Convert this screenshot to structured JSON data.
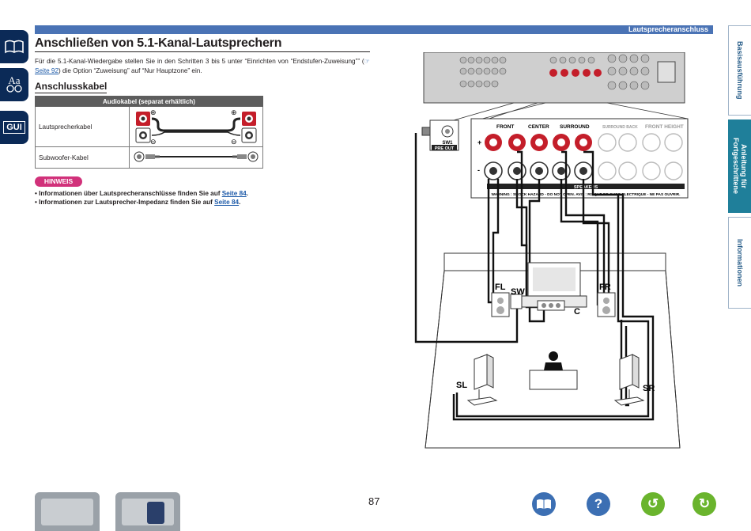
{
  "header": {
    "section": "Lautsprecheranschluss"
  },
  "left_tabs": [
    {
      "name": "book-icon"
    },
    {
      "name": "glossary-icon",
      "label": "Aa"
    },
    {
      "name": "gui-icon",
      "label": "GUI"
    }
  ],
  "right_tabs": [
    {
      "label": "Basisausführung",
      "active": false
    },
    {
      "label": "Anleitung für Fortgeschrittene",
      "active": true
    },
    {
      "label": "Informationen",
      "active": false
    }
  ],
  "title": "Anschließen von 5.1-Kanal-Lautsprechern",
  "intro": {
    "text1": "Für die 5.1-Kanal-Wiedergabe stellen Sie in den Schritten 3 bis 5 unter “Einrichten von “Endstufen-Zuweisung”” (",
    "link": "Seite 92",
    "text2": ") die Option “Zuweisung” auf “Nur Hauptzone” ein."
  },
  "cables": {
    "heading": "Anschlusskabel",
    "table_header": "Audiokabel (separat erhältlich)",
    "rows": [
      {
        "label": "Lautsprecherkabel"
      },
      {
        "label": "Subwoofer-Kabel"
      }
    ],
    "plus": "⊕",
    "minus": "⊖"
  },
  "hinweis": {
    "badge": "HINWEIS",
    "items": [
      {
        "text": "• Informationen über Lautsprecheranschlüsse finden Sie auf ",
        "link": "Seite 84",
        "end": "."
      },
      {
        "text": "• Informationen zur Lautsprecher-Impedanz finden Sie auf ",
        "link": "Seite 84",
        "end": "."
      }
    ]
  },
  "diagram": {
    "panel_labels": [
      "FRONT",
      "CENTER",
      "SURROUND",
      "SURROUND BACK",
      "FRONT HEIGHT"
    ],
    "speakers_label": "SPEAKERS",
    "warning": "WARNING : SHOCK HAZARD - DO NOT OPEN.  AVIS : RISQUE DE CHOC ELECTRIQUE - NE PAS OUVRIR.",
    "sw_jack": "SW1",
    "pre_out": "PRE OUT",
    "plus": "+",
    "minus": "-",
    "speakers": {
      "fl": "FL",
      "fr": "FR",
      "sw": "SW",
      "c": "C",
      "sl": "SL",
      "sr": "SR"
    }
  },
  "footer": {
    "page": "87"
  },
  "colors": {
    "accent": "#4a73b5",
    "tab": "#0b2a57",
    "badge": "#d1317a",
    "terminal": "#c41e2a"
  }
}
